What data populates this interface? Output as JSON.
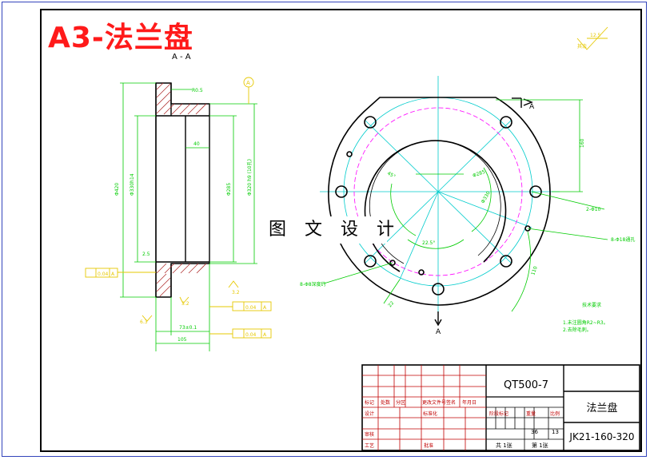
{
  "drawing": {
    "title": "A3-法兰盘",
    "section_label": "A - A",
    "watermark": "图 文 设 计",
    "section_arrow_label": "A",
    "section_arrow_label_bottom": "A",
    "datum_label": "A"
  },
  "title_block": {
    "material": "QT500-7",
    "part_name": "法兰盘",
    "drawing_code": "JK21-160-320",
    "scale_left": "36",
    "scale_right": "13",
    "sheet_of": "共 1张",
    "sheet_no": "第 1张",
    "row_labels": [
      "标记",
      "处数",
      "分区",
      "更改文件号",
      "签名",
      "年月日"
    ],
    "design_label": "设计",
    "standard_label": "标准化",
    "stage_label": "阶段标记",
    "weight_label": "重量",
    "ratio_label": "比例",
    "review_label": "审核",
    "craft_label": "工艺",
    "approve_label": "批准"
  },
  "colors": {
    "frame": "#3344bb",
    "outline": "#000000",
    "dimension": "#00cc00",
    "centerline": "#00cccc",
    "hidden": "#ff00ff",
    "annotation": "#e6c800",
    "title": "#ff1a1a"
  },
  "icons": [
    "roughness-symbol-icon",
    "datum-symbol-icon",
    "section-arrow-icon"
  ]
}
